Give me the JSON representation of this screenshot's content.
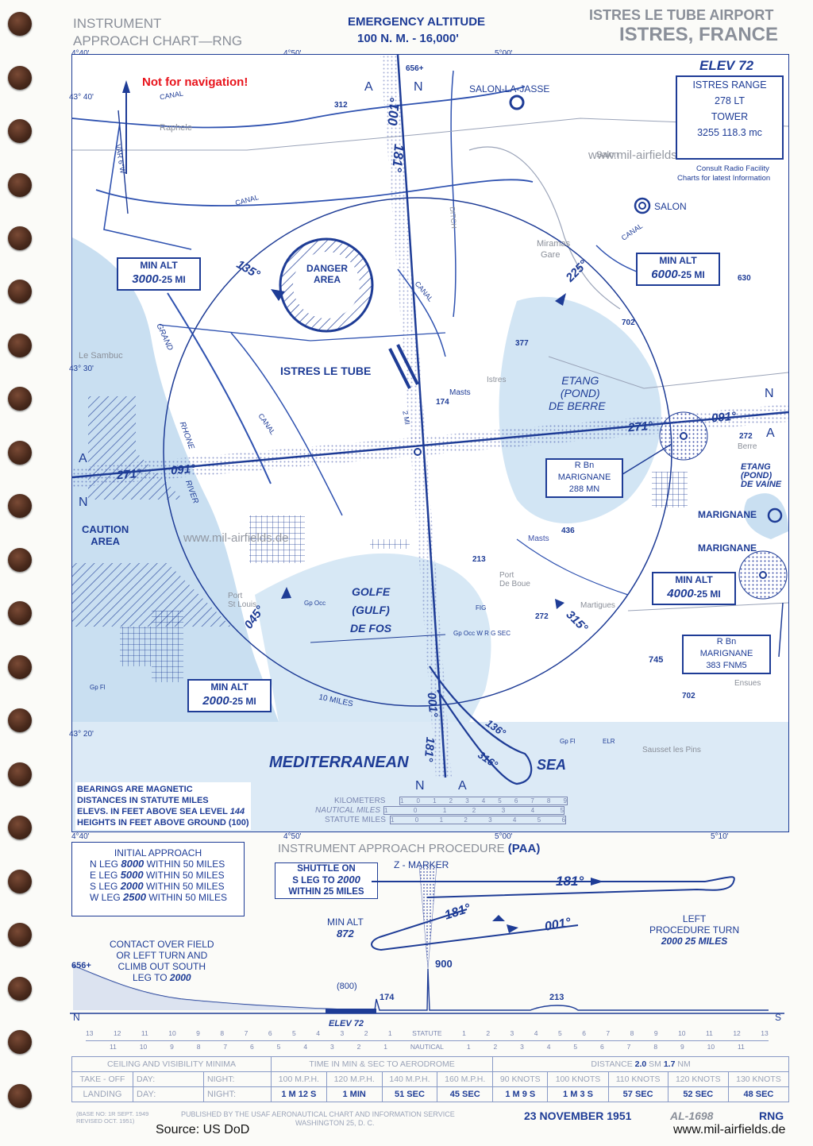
{
  "header": {
    "left_line1": "INSTRUMENT",
    "left_line2": "APPROACH CHART—RNG",
    "center_line1": "EMERGENCY ALTITUDE",
    "center_line2": "100 N. M. - 16,000'",
    "right_line1": "ISTRES LE TUBE AIRPORT",
    "right_line2": "ISTRES, FRANCE"
  },
  "notice": "Not for navigation!",
  "coords": {
    "lon_440": "4°40'",
    "lon_450": "4°50'",
    "lon_500": "5°00'",
    "lon_510": "5°10'",
    "lat_4340": "43° 40'",
    "lat_4330": "43° 30'",
    "lat_4320": "43° 20'"
  },
  "elev": "ELEV 72",
  "facility": {
    "title": "ISTRES RANGE",
    "freq1": "278 LT",
    "label2": "TOWER",
    "freq2": "3255  118.3 mc",
    "note1": "Consult Radio Facility",
    "note2": "Charts for latest Information"
  },
  "min_alt": [
    {
      "label": "MIN ALT",
      "value": "3000",
      "suffix": "-25 MI"
    },
    {
      "label": "MIN ALT",
      "value": "6000",
      "suffix": "-25 MI"
    },
    {
      "label": "MIN ALT",
      "value": "4000",
      "suffix": "-25 MI"
    },
    {
      "label": "MIN ALT",
      "value": "2000",
      "suffix": "-25 MI"
    }
  ],
  "places": {
    "salon_la_jasse": "SALON-LA-JASSE",
    "salon": "SALON",
    "salon_town": "Salon",
    "raphele": "Raphele",
    "miramas": "Miramas",
    "gare": "Gare",
    "le_sambuc": "Le Sambuc",
    "istres_le_tube": "ISTRES LE TUBE",
    "istres": "Istres",
    "masts": "Masts",
    "etang1": "ETANG",
    "etang2": "(POND)",
    "etang3": "DE BERRE",
    "vaine1": "ETANG",
    "vaine2": "(POND)",
    "vaine3": "DE VAINE",
    "berre": "Berre",
    "marignane1": "MARIGNANE",
    "marignane2": "MARIGNANE",
    "caution1": "CAUTION",
    "caution2": "AREA",
    "danger1": "DANGER",
    "danger2": "AREA",
    "golfe1": "GOLFE",
    "golfe2": "(GULF)",
    "golfe3": "DE FOS",
    "port_st_louis1": "Port",
    "port_st_louis2": "St Louis",
    "port_de_boue1": "Port",
    "port_de_boue2": "De Boue",
    "martigues": "Martigues",
    "ensues": "Ensues",
    "sausset": "Sausset les Pins",
    "mediterranean": "MEDITERRANEAN",
    "sea": "SEA",
    "canal": "CANAL",
    "ditch": "DITCH",
    "grand": "GRAND",
    "rhone": "RHONE",
    "river": "RIVER",
    "ten_miles": "10 MILES",
    "two_mi": "2 MI",
    "var": "VAR 6°W",
    "gp_occ": "Gp Occ",
    "gp_occ_wrg": "Gp Occ W R G SEC",
    "fig": "FIG",
    "gp_fl": "Gp Fl",
    "gp_fl2": "Gp Fl",
    "elr": "ELR"
  },
  "elevations": {
    "e656": "656+",
    "e312": "312",
    "e377": "377",
    "e174": "174",
    "e630": "630",
    "e702a": "702",
    "e702b": "702",
    "e272a": "272",
    "e272b": "272",
    "e436": "436",
    "e213": "213",
    "e745": "745"
  },
  "letters": {
    "A": "A",
    "N": "N"
  },
  "bearings": {
    "b001": "001°",
    "b181": "181°",
    "b135": "135°",
    "b225": "225°",
    "b271": "271°",
    "b091": "091°",
    "b045": "045°",
    "b315": "315°",
    "b136": "136°",
    "b316": "316°"
  },
  "rbn1": {
    "title": "R Bn",
    "name": "MARIGNANE",
    "freq": "288 MN"
  },
  "rbn2": {
    "title": "R Bn",
    "name": "MARIGNANE",
    "freq": "383 FNM5"
  },
  "legend": {
    "l1": "BEARINGS ARE MAGNETIC",
    "l2": "DISTANCES IN STATUTE MILES",
    "l3": "ELEVS. IN FEET ABOVE SEA LEVEL",
    "l3v": "144",
    "l4": "HEIGHTS IN FEET ABOVE GROUND (100)"
  },
  "scale": {
    "km": "KILOMETERS",
    "nm": "NAUTICAL MILES",
    "sm": "STATUTE MILES",
    "km_ticks": [
      "1",
      "0",
      "1",
      "2",
      "3",
      "4",
      "5",
      "6",
      "7",
      "8",
      "9"
    ],
    "nm_ticks": [
      "1",
      "0",
      "1",
      "2",
      "3",
      "4",
      "5"
    ],
    "sm_ticks": [
      "1",
      "0",
      "1",
      "2",
      "3",
      "4",
      "5",
      "6"
    ]
  },
  "procedure": {
    "title": "INSTRUMENT APPROACH PROCEDURE",
    "title_suffix": "(PAA)",
    "initial_title": "INITIAL APPROACH",
    "legs": [
      {
        "prefix": "N LEG",
        "alt": "8000",
        "suffix": "WITHIN 50 MILES"
      },
      {
        "prefix": "E LEG",
        "alt": "5000",
        "suffix": "WITHIN 50 MILES"
      },
      {
        "prefix": "S LEG",
        "alt": "2000",
        "suffix": "WITHIN 50 MILES"
      },
      {
        "prefix": "W LEG",
        "alt": "2500",
        "suffix": "WITHIN 50 MILES"
      }
    ],
    "shuttle1": "SHUTTLE ON",
    "shuttle2_prefix": "S LEG TO",
    "shuttle2_alt": "2000",
    "shuttle3": "WITHIN 25 MILES",
    "zmarker": "Z - MARKER",
    "min_alt_label": "MIN ALT",
    "min_alt_value": "872",
    "alt900": "900",
    "left1": "LEFT",
    "left2": "PROCEDURE TURN",
    "left3": "2000 25 MILES",
    "contact1": "CONTACT OVER FIELD",
    "contact2": "OR LEFT TURN AND",
    "contact3": "CLIMB OUT SOUTH",
    "contact4_prefix": "LEG TO",
    "contact4_alt": "2000",
    "p656": "656+",
    "p800": "(800)",
    "p174": "174",
    "p213": "213",
    "elev": "ELEV 72",
    "N": "N",
    "S": "S",
    "statute": "STATUTE",
    "nautical": "NAUTICAL",
    "st_ticks": [
      "13",
      "12",
      "11",
      "10",
      "9",
      "8",
      "7",
      "6",
      "5",
      "4",
      "3",
      "2",
      "1",
      "",
      "1",
      "2",
      "3",
      "4",
      "5",
      "6",
      "7",
      "8",
      "9",
      "10",
      "11",
      "12",
      "13"
    ],
    "na_ticks": [
      "11",
      "10",
      "9",
      "8",
      "7",
      "6",
      "5",
      "4",
      "3",
      "2",
      "1",
      "",
      "1",
      "2",
      "3",
      "4",
      "5",
      "6",
      "7",
      "8",
      "9",
      "10",
      "11"
    ]
  },
  "minima": {
    "title": "CEILING AND VISIBILITY MINIMA",
    "takeoff": "TAKE - OFF",
    "landing": "LANDING",
    "day": "DAY:",
    "night": "NIGHT:",
    "time_title": "TIME IN MIN & SEC TO AERODROME",
    "distance_label": "DISTANCE",
    "distance_sm": "2.0",
    "sm": "SM",
    "distance_nm": "1.7",
    "nm": "NM",
    "speeds_mph": [
      "100 M.P.H.",
      "120 M.P.H.",
      "140 M.P.H.",
      "160 M.P.H."
    ],
    "times_mph": [
      "1 M 12 S",
      "1 MIN",
      "51 SEC",
      "45 SEC"
    ],
    "speeds_kt": [
      "90 KNOTS",
      "100 KNOTS",
      "110 KNOTS",
      "120 KNOTS",
      "130 KNOTS"
    ],
    "times_kt": [
      "1 M 9 S",
      "1 M 3 S",
      "57 SEC",
      "52 SEC",
      "48 SEC"
    ]
  },
  "footer": {
    "base": "(BASE NO: 1R SEPT. 1949",
    "revised": "REVISED OCT. 1951)",
    "published1": "PUBLISHED BY THE USAF  AERONAUTICAL CHART AND INFORMATION SERVICE",
    "published2": "WASHINGTON 25, D. C.",
    "date": "23 NOVEMBER 1951",
    "chart_no": "AL-1698",
    "rng": "RNG",
    "source": "Source: US DoD",
    "site": "www.mil-airfields.de",
    "watermark": "www.mil-airfields.de"
  },
  "colors": {
    "navy": "#1e3c96",
    "water": "#b9d7ee",
    "notice": "#e8141c",
    "grey": "#8a8f99"
  }
}
